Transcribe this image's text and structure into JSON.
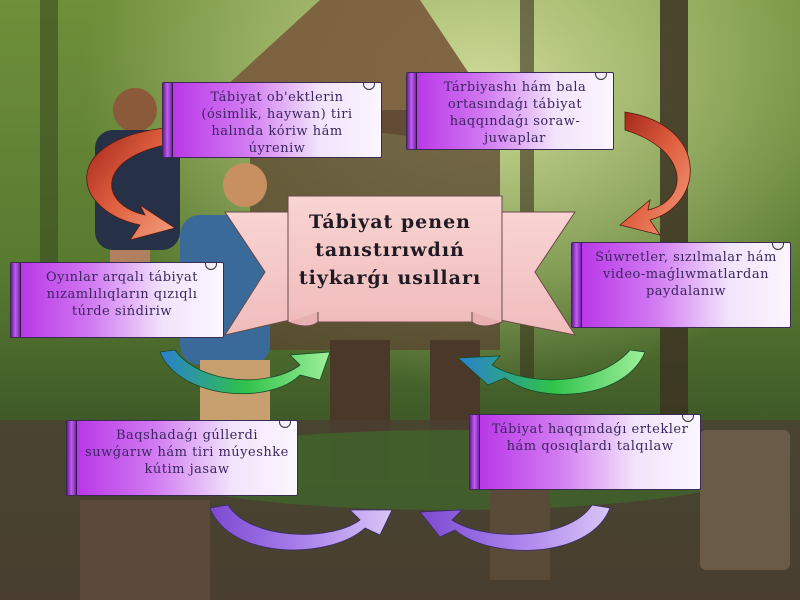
{
  "title": "Tábiyat penen tanıstırıwdıń tiykarǵı usılları",
  "methods": [
    "Tábiyat ob'ektlerin (ósimlik, haywan) tiri halında kóriw hám úyreniw",
    "Tárbiyashı hám bala ortasındaǵı tábiyat haqqındaǵı soraw-juwaplar",
    "Oyınlar arqalı tábiyat nızamlılıqların qızıqlı túrde sińdiriw",
    "Súwretler, sızılmalar hám video-maǵlıwmatlardan paydalanıw",
    "Baqshadaǵı gúllerdi suwǵarıw hám tiri múyeshke kútim jasaw",
    "Tábiyat haqqındaǵı ertekler hám qosıqlardı talqılaw"
  ],
  "colors": {
    "scroll_purple": "#b62fe6",
    "banner_pink": "#f4c8c8",
    "arrow_red": "#d9503a",
    "arrow_green": "#3ec24a",
    "arrow_violet": "#9b6ae0"
  }
}
